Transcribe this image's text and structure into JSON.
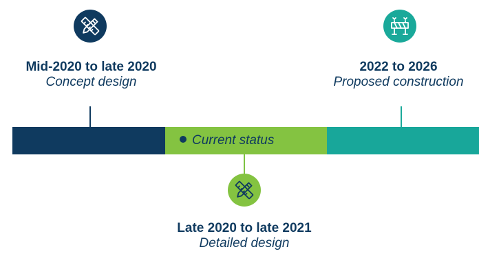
{
  "milestones": [
    {
      "title": "Mid-2020 to late 2020",
      "subtitle": "Concept design",
      "icon": "design-tools-icon",
      "color": "#0f3a5f"
    },
    {
      "title": "Late 2020 to late 2021",
      "subtitle": "Detailed design",
      "icon": "design-tools-icon",
      "color": "#7dc242"
    },
    {
      "title": "2022 to 2026",
      "subtitle": "Proposed construction",
      "icon": "road-barrier-icon",
      "color": "#1aa99a"
    }
  ],
  "timeline": {
    "status_label": "Current status",
    "segment_colors": [
      "#0f3a5f",
      "#7dc242",
      "#1aa99a"
    ]
  }
}
